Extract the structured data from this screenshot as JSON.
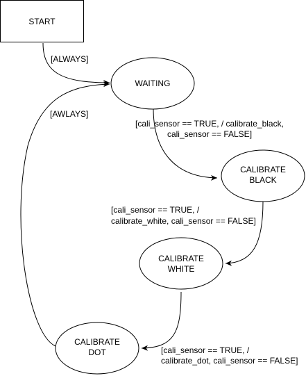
{
  "diagram": {
    "type": "state-machine",
    "colors": {
      "line": "#000000",
      "fill": "#ffffff",
      "text": "#000000"
    },
    "nodes": {
      "start": {
        "shape": "rectangle",
        "lines": [
          "START"
        ]
      },
      "waiting": {
        "shape": "ellipse",
        "lines": [
          "WAITING"
        ]
      },
      "calibrate_black": {
        "shape": "ellipse",
        "lines": [
          "CALIBRATE",
          "BLACK"
        ]
      },
      "calibrate_white": {
        "shape": "ellipse",
        "lines": [
          "CALIBRATE",
          "WHITE"
        ]
      },
      "calibrate_dot": {
        "shape": "ellipse",
        "lines": [
          "CALIBRATE",
          "DOT"
        ]
      }
    },
    "edges": {
      "start_to_waiting": {
        "from": "START",
        "to": "WAITING",
        "lines": [
          "[ALWAYS]"
        ]
      },
      "waiting_to_black": {
        "from": "WAITING",
        "to": "CALIBRATE BLACK",
        "lines": [
          "[cali_sensor == TRUE, / calibrate_black,",
          "cali_sensor == FALSE]"
        ]
      },
      "black_to_white": {
        "from": "CALIBRATE BLACK",
        "to": "CALIBRATE WHITE",
        "lines": [
          "[cali_sensor == TRUE, /",
          "calibrate_white, cali_sensor == FALSE]"
        ]
      },
      "white_to_dot": {
        "from": "CALIBRATE WHITE",
        "to": "CALIBRATE DOT",
        "lines": [
          "[cali_sensor == TRUE, /",
          "calibrate_dot, cali_sensor == FALSE]"
        ]
      },
      "dot_to_waiting": {
        "from": "CALIBRATE DOT",
        "to": "WAITING",
        "lines": [
          "[AWLAYS]"
        ]
      }
    }
  }
}
